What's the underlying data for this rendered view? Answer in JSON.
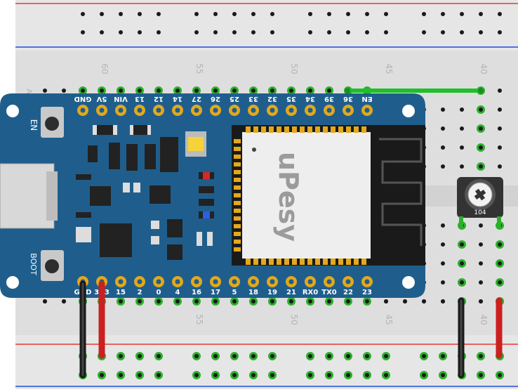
{
  "breadboard": {
    "column_numbers_top": [
      "60",
      "55",
      "50",
      "45",
      "40"
    ],
    "column_numbers_bottom": [
      "55",
      "50",
      "45",
      "40"
    ],
    "row_letter": "A",
    "colors": {
      "board": "#e6e6e6",
      "hole": "#1a1a1a",
      "hole_active": "#2bb02b",
      "rail_red": "#e53935",
      "rail_blue": "#1e4fd8"
    }
  },
  "esp32": {
    "brand": "uPesy",
    "button_en_label": "EN",
    "button_boot_label": "BOOT",
    "top_pins": [
      "GND",
      "5V",
      "VIN",
      "13",
      "12",
      "14",
      "27",
      "26",
      "25",
      "33",
      "32",
      "35",
      "34",
      "39",
      "36",
      "EN"
    ],
    "bottom_pins": [
      "GND",
      "3V3",
      "15",
      "2",
      "0",
      "4",
      "16",
      "17",
      "5",
      "18",
      "19",
      "21",
      "RX0",
      "TX0",
      "22",
      "23"
    ],
    "colors": {
      "pcb": "#1f5e8c",
      "pin": "#e3a81c",
      "module": "#f2c53d"
    }
  },
  "potentiometer": {
    "label": "104",
    "color": "#333333"
  },
  "wires": [
    {
      "id": "green-jumper",
      "color": "#1fbf2a"
    },
    {
      "id": "gnd-wire-left",
      "color": "#222222"
    },
    {
      "id": "3v3-wire",
      "color": "#cc1f1f"
    },
    {
      "id": "gnd-wire-right",
      "color": "#222222"
    },
    {
      "id": "vcc-wire-right",
      "color": "#cc1f1f"
    }
  ]
}
